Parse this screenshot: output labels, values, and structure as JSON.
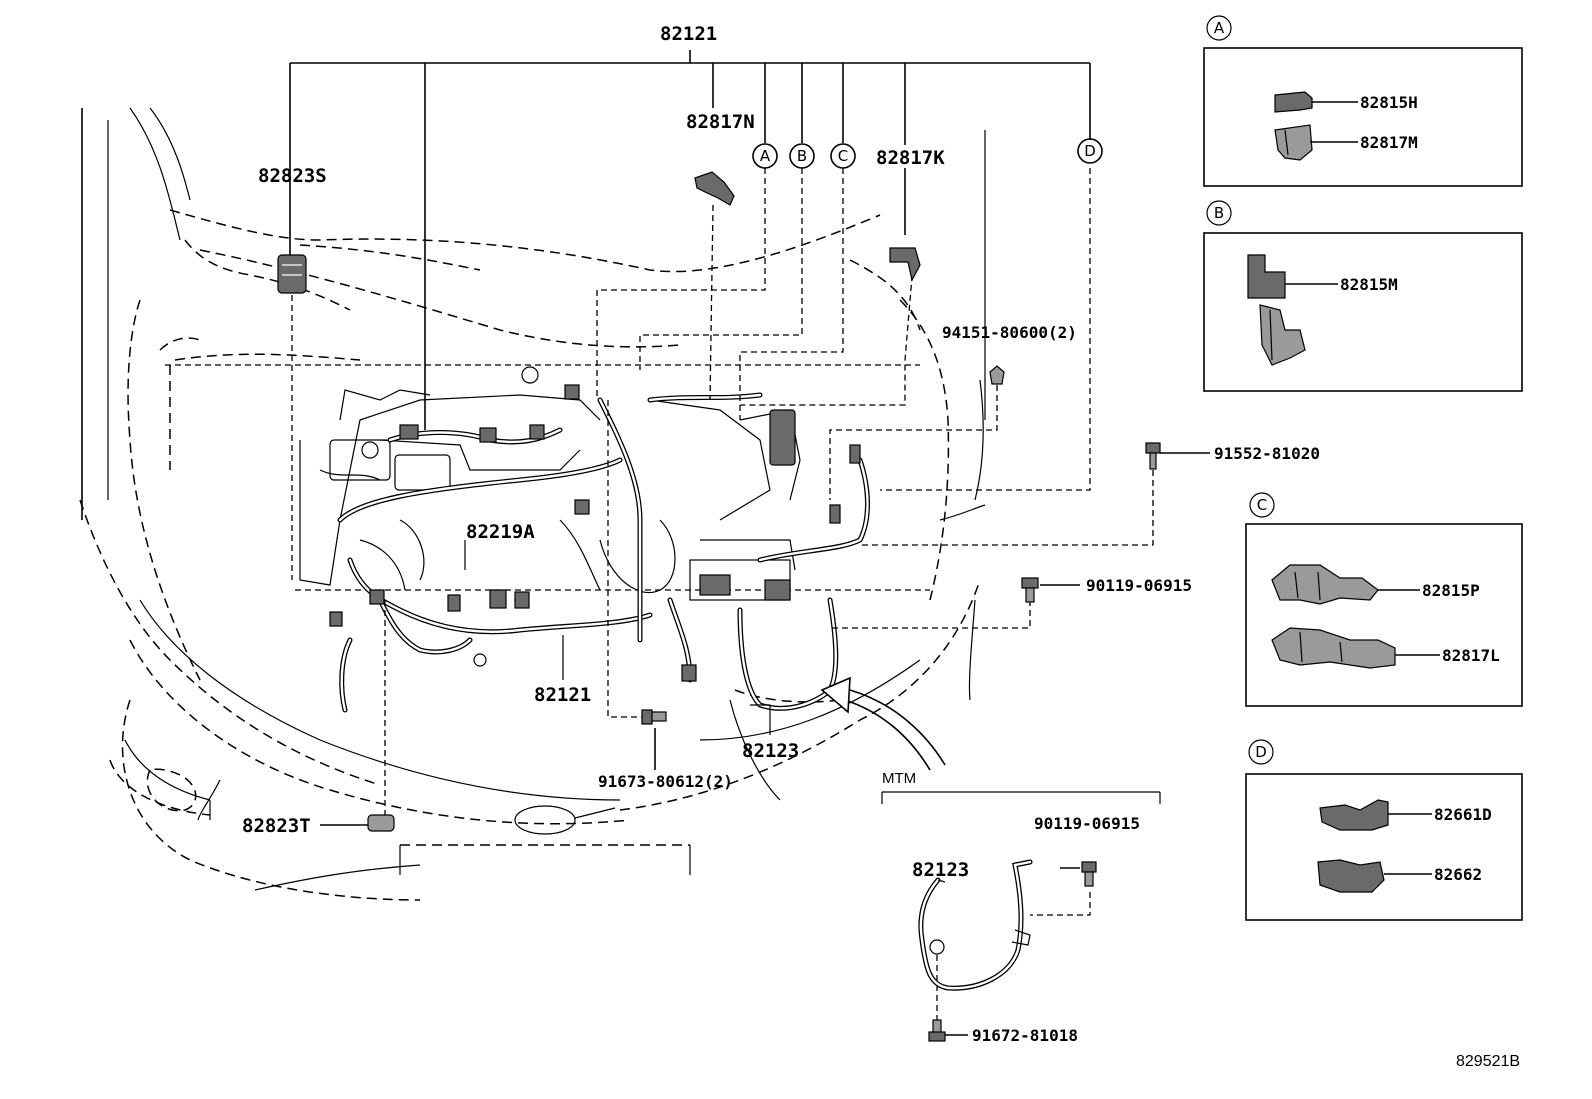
{
  "diagram": {
    "labels": {
      "p82121_top": "82121",
      "p82817N": "82817N",
      "p82823S": "82823S",
      "p82817K": "82817K",
      "p94151": "94151-80600(2)",
      "p91552": "91552-81020",
      "p90119_main": "90119-06915",
      "p82219A": "82219A",
      "p82121_bottom": "82121",
      "p82123_main": "82123",
      "p91673": "91673-80612(2)",
      "p82823T": "82823T"
    },
    "callouts": {
      "A": "A",
      "B": "B",
      "C": "C",
      "D": "D"
    },
    "mtm": {
      "title": "MTM",
      "p90119": "90119-06915",
      "p82123": "82123",
      "p91672": "91672-81018"
    },
    "detail_panels": [
      {
        "id": "A",
        "parts": [
          "82815H",
          "82817M"
        ]
      },
      {
        "id": "B",
        "parts": [
          "82815M"
        ]
      },
      {
        "id": "C",
        "parts": [
          "82815P",
          "82817L"
        ]
      },
      {
        "id": "D",
        "parts": [
          "82661D",
          "82662"
        ]
      }
    ],
    "figure_number": "829521B"
  }
}
